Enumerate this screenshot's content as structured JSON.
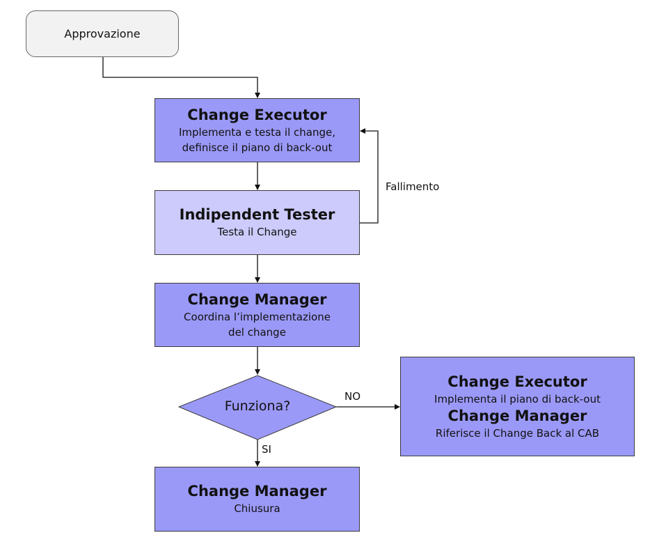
{
  "start": {
    "label": "Approvazione"
  },
  "executor": {
    "title": "Change Executor",
    "lines": [
      "Implementa e testa  il change,",
      "definisce il piano di back-out"
    ]
  },
  "tester": {
    "title": "Indipendent Tester",
    "lines": [
      "Testa il Change"
    ]
  },
  "manager": {
    "title": "Change Manager",
    "lines": [
      "Coordina l’implementazione",
      "del change"
    ]
  },
  "decision": {
    "label": "Funziona?"
  },
  "rollback": {
    "title1": "Change Executor",
    "line1": "Implementa il piano di back-out",
    "title2": "Change Manager",
    "line2": "Riferisce il Change Back al CAB"
  },
  "closing": {
    "title": "Change Manager",
    "lines": [
      "Chiusura"
    ]
  },
  "edges": {
    "failure": "Fallimento",
    "no": "NO",
    "yes": "SI"
  }
}
